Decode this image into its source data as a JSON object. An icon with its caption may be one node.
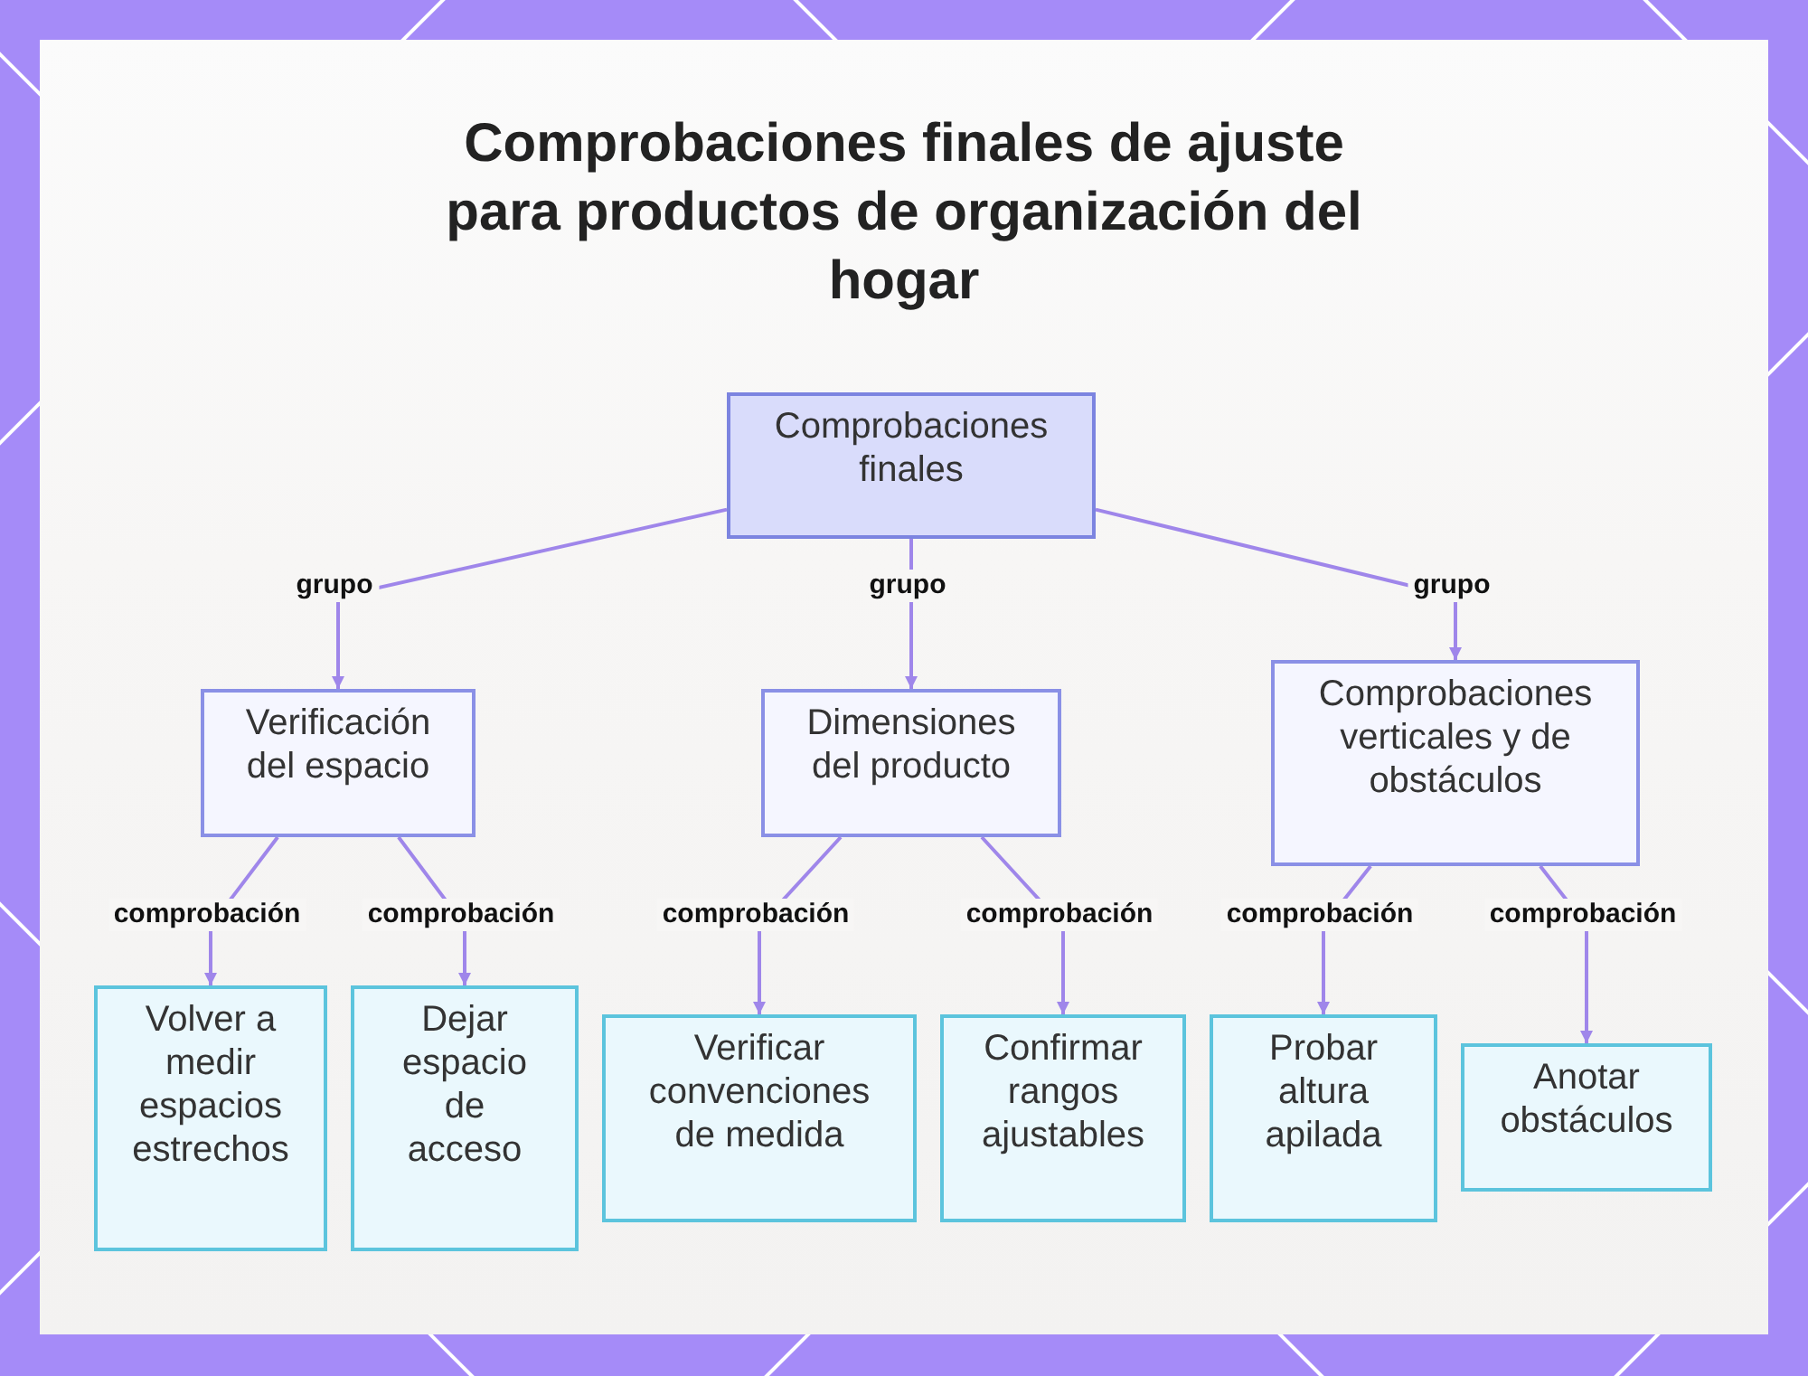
{
  "diagram": {
    "title": "Comprobaciones finales de ajuste para productos de organización del hogar",
    "nodes": [
      {
        "text": [
          "Comprobaciones finales"
        ]
      },
      {
        "text": [
          "Verificación del espacio"
        ]
      },
      {
        "text": [
          "Dimensiones del producto"
        ]
      },
      {
        "text": [
          "Comprobaciones verticales y de obstáculos"
        ]
      },
      {
        "text": [
          "Volver a medir espacios estrechos"
        ]
      },
      {
        "text": [
          "Dejar espacio de acceso"
        ]
      },
      {
        "text": [
          "Verificar convenciones de medida"
        ]
      },
      {
        "text": [
          "Confirmar rangos ajustables"
        ]
      },
      {
        "text": [
          "Probar altura apilada"
        ]
      },
      {
        "text": [
          "Anotar obstáculos"
        ]
      }
    ],
    "edges": [
      {
        "from": 0,
        "to": 1,
        "arrow": "to",
        "label": "grupo"
      },
      {
        "from": 0,
        "to": 2,
        "arrow": "to",
        "label": "grupo"
      },
      {
        "from": 0,
        "to": 3,
        "arrow": "to",
        "label": "grupo"
      },
      {
        "from": 1,
        "to": 4,
        "arrow": "to",
        "label": "comprobación"
      },
      {
        "from": 1,
        "to": 5,
        "arrow": "to",
        "label": "comprobación"
      },
      {
        "from": 2,
        "to": 6,
        "arrow": "to",
        "label": "comprobación"
      },
      {
        "from": 2,
        "to": 7,
        "arrow": "to",
        "label": "comprobación"
      },
      {
        "from": 3,
        "to": 8,
        "arrow": "to",
        "label": "comprobación"
      },
      {
        "from": 3,
        "to": 9,
        "arrow": "to",
        "label": "comprobación"
      }
    ]
  }
}
